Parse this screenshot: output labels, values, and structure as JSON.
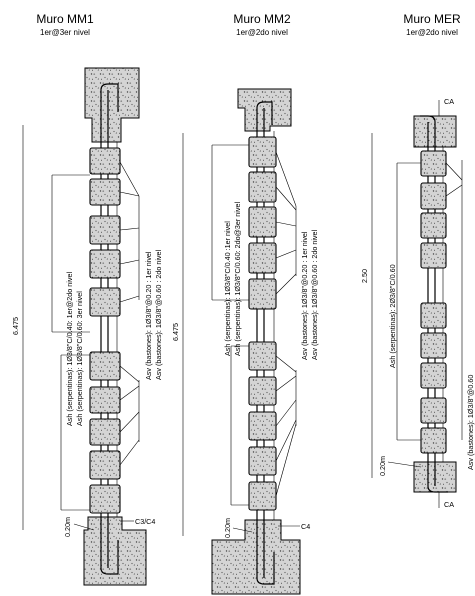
{
  "walls": [
    {
      "id": "mm1",
      "title": "Muro MM1",
      "subtitle": "1er@3er nivel",
      "height_label": "6.475",
      "ash_label_1": "Ash (serpentinas): 1Ø3/8\"C/0.40: 1er@2do nivel",
      "ash_label_2": "Ash (serpentinas): 1Ø3/8\"C/0.60: 3er nivel",
      "asv_label_1": "Asv (bastones): 1Ø3/8\"@0.20 : 1er nivel",
      "asv_label_2": "Asv (bastones): 1Ø3/8\"@0.60 : 2do nivel",
      "dim_label": "0.20m",
      "column_tag": "C3/C4"
    },
    {
      "id": "mm2",
      "title": "Muro MM2",
      "subtitle": "1er@2do nivel",
      "height_label": "6.475",
      "ash_label_1": "Ash (serpentinas): 1Ø3/8\"C/0.40 :1er nivel",
      "ash_label_2": "Ash (serpentinas): 1Ø3/8\"C/0.60: 2do@3er nivel",
      "asv_label_1": "Asv (bastones): 1Ø3/8\"@0.20 : 1er nivel",
      "asv_label_2": "Asv (bastones): 1Ø3/8\"@0.60 : 2do nivel",
      "dim_label": "0.20m",
      "column_tag": "C4"
    },
    {
      "id": "mer",
      "title": "Muro MER",
      "subtitle": "1er@2do nivel",
      "height_label": "2.50",
      "ash_label_1": "Ash (serpentinas): 2Ø3/8\"C/0.60",
      "asv_label_1": "Asv (bastones): 1Ø3/8\"@0.60",
      "dim_label": "0.20m",
      "tag_top": "CA",
      "tag_bottom": "CA"
    }
  ]
}
